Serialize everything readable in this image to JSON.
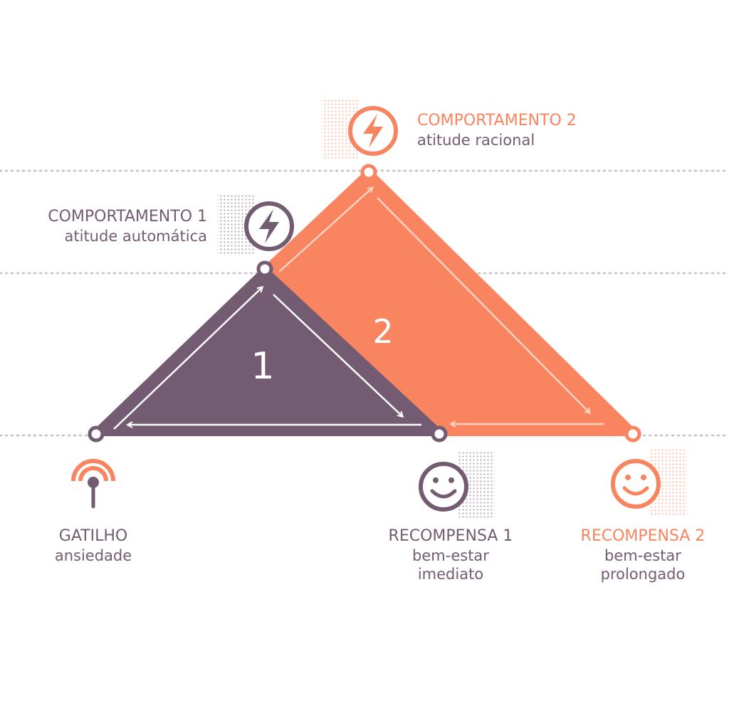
{
  "colors": {
    "purple": "#735c72",
    "orange": "#f98460",
    "grid": "#c7bfc6",
    "white": "#ffffff"
  },
  "triangles": {
    "one": {
      "number": "1"
    },
    "two": {
      "number": "2"
    }
  },
  "labels": {
    "behavior1": {
      "title": "COMPORTAMENTO 1",
      "subtitle": "atitude automática",
      "icon": "lightning-bolt-icon"
    },
    "behavior2": {
      "title": "COMPORTAMENTO 2",
      "subtitle": "atitude racional",
      "icon": "lightning-bolt-icon"
    },
    "trigger": {
      "title": "GATILHO",
      "subtitle": "ansiedade",
      "icon": "signal-antenna-icon"
    },
    "reward1": {
      "title": "RECOMPENSA 1",
      "line1": "bem-estar",
      "line2": "imediato",
      "icon": "smiley-face-icon"
    },
    "reward2": {
      "title": "RECOMPENSA 2",
      "line1": "bem-estar",
      "line2": "prolongado",
      "icon": "smiley-face-icon"
    }
  }
}
